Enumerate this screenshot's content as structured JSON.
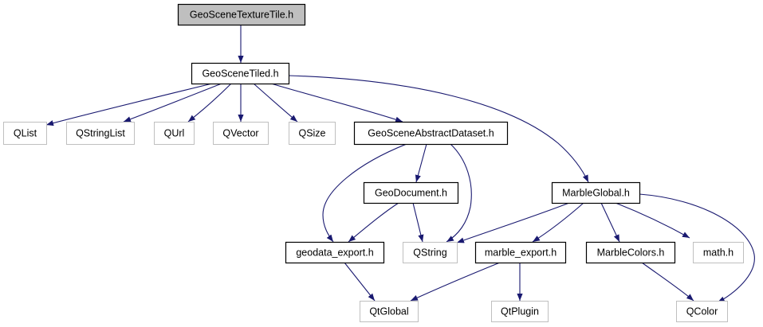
{
  "diagram": {
    "type": "include-dependency-graph",
    "colors": {
      "edge": "#191970",
      "root_fill": "#bfbfbf",
      "root_border": "#000000",
      "doc_border": "#000000",
      "external_border": "#bfbfbf",
      "node_fill": "#ffffff"
    },
    "nodes": [
      {
        "id": "GeoSceneTextureTile",
        "label": "GeoSceneTextureTile.h",
        "kind": "root"
      },
      {
        "id": "GeoSceneTiled",
        "label": "GeoSceneTiled.h",
        "kind": "documented"
      },
      {
        "id": "QList",
        "label": "QList",
        "kind": "external"
      },
      {
        "id": "QStringList",
        "label": "QStringList",
        "kind": "external"
      },
      {
        "id": "QUrl",
        "label": "QUrl",
        "kind": "external"
      },
      {
        "id": "QVector",
        "label": "QVector",
        "kind": "external"
      },
      {
        "id": "QSize",
        "label": "QSize",
        "kind": "external"
      },
      {
        "id": "GeoSceneAbstractDataset",
        "label": "GeoSceneAbstractDataset.h",
        "kind": "documented"
      },
      {
        "id": "MarbleGlobal",
        "label": "MarbleGlobal.h",
        "kind": "documented"
      },
      {
        "id": "GeoDocument",
        "label": "GeoDocument.h",
        "kind": "documented"
      },
      {
        "id": "geodata_export",
        "label": "geodata_export.h",
        "kind": "documented"
      },
      {
        "id": "QString",
        "label": "QString",
        "kind": "external"
      },
      {
        "id": "marble_export",
        "label": "marble_export.h",
        "kind": "documented"
      },
      {
        "id": "MarbleColors",
        "label": "MarbleColors.h",
        "kind": "documented"
      },
      {
        "id": "math",
        "label": "math.h",
        "kind": "external"
      },
      {
        "id": "QtGlobal",
        "label": "QtGlobal",
        "kind": "external"
      },
      {
        "id": "QtPlugin",
        "label": "QtPlugin",
        "kind": "external"
      },
      {
        "id": "QColor",
        "label": "QColor",
        "kind": "external"
      }
    ],
    "edges": [
      {
        "from": "GeoSceneTextureTile",
        "to": "GeoSceneTiled"
      },
      {
        "from": "GeoSceneTiled",
        "to": "QList"
      },
      {
        "from": "GeoSceneTiled",
        "to": "QStringList"
      },
      {
        "from": "GeoSceneTiled",
        "to": "QUrl"
      },
      {
        "from": "GeoSceneTiled",
        "to": "QVector"
      },
      {
        "from": "GeoSceneTiled",
        "to": "QSize"
      },
      {
        "from": "GeoSceneTiled",
        "to": "GeoSceneAbstractDataset"
      },
      {
        "from": "GeoSceneTiled",
        "to": "MarbleGlobal"
      },
      {
        "from": "GeoSceneAbstractDataset",
        "to": "GeoDocument"
      },
      {
        "from": "GeoSceneAbstractDataset",
        "to": "geodata_export"
      },
      {
        "from": "GeoSceneAbstractDataset",
        "to": "QString"
      },
      {
        "from": "GeoDocument",
        "to": "geodata_export"
      },
      {
        "from": "GeoDocument",
        "to": "QString"
      },
      {
        "from": "geodata_export",
        "to": "QtGlobal"
      },
      {
        "from": "MarbleGlobal",
        "to": "QString"
      },
      {
        "from": "MarbleGlobal",
        "to": "marble_export"
      },
      {
        "from": "MarbleGlobal",
        "to": "MarbleColors"
      },
      {
        "from": "MarbleGlobal",
        "to": "math"
      },
      {
        "from": "MarbleGlobal",
        "to": "QColor"
      },
      {
        "from": "marble_export",
        "to": "QtGlobal"
      },
      {
        "from": "marble_export",
        "to": "QtPlugin"
      },
      {
        "from": "MarbleColors",
        "to": "QColor"
      }
    ]
  }
}
